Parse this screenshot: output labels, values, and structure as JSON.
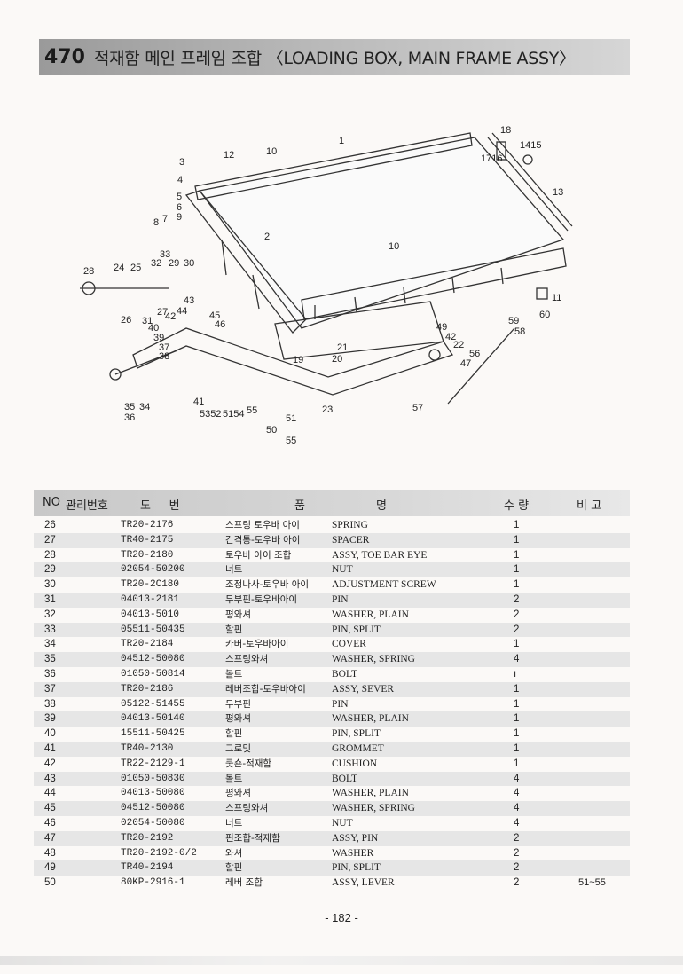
{
  "header": {
    "number": "470",
    "title": "적재함 메인 프레임 조합 〈LOADING BOX, MAIN FRAME ASSY〉"
  },
  "diagram": {
    "callouts": [
      "1",
      "2",
      "3",
      "4",
      "5",
      "6",
      "7",
      "8",
      "9",
      "10",
      "10",
      "11",
      "12",
      "13",
      "1415",
      "1716",
      "18",
      "19",
      "20",
      "21",
      "22",
      "23",
      "24",
      "25",
      "26",
      "27",
      "28",
      "29",
      "30",
      "31",
      "32",
      "33",
      "35",
      "34",
      "36",
      "37",
      "38",
      "39",
      "40",
      "41",
      "42",
      "42",
      "43",
      "44",
      "45",
      "46",
      "47",
      "49",
      "51",
      "50",
      "55",
      "5352",
      "5154",
      "55",
      "56",
      "57",
      "58",
      "59",
      "60"
    ]
  },
  "table": {
    "headers": {
      "no": "NO",
      "mgmt": "관리번호",
      "drawing": "도     번",
      "name_a": "품",
      "name_b": "명",
      "qty": "수 량",
      "note": "비 고"
    },
    "rows": [
      {
        "no": "26",
        "part": "TR20-2176",
        "kr": "스프링 토우바 아이",
        "en": "SPRING",
        "qty": "1",
        "note": ""
      },
      {
        "no": "27",
        "part": "TR40-2175",
        "kr": "간격통-토우바 아이",
        "en": "SPACER",
        "qty": "1",
        "note": ""
      },
      {
        "no": "28",
        "part": "TR20-2180",
        "kr": "토우바 아이 조합",
        "en": "ASSY, TOE BAR EYE",
        "qty": "1",
        "note": ""
      },
      {
        "no": "29",
        "part": "02054-50200",
        "kr": "너트",
        "en": "NUT",
        "qty": "1",
        "note": ""
      },
      {
        "no": "30",
        "part": "TR20-2C180",
        "kr": "조정나사-토우바 아이",
        "en": "ADJUSTMENT SCREW",
        "qty": "1",
        "note": ""
      },
      {
        "no": "31",
        "part": "04013-2181",
        "kr": "두부핀-토우바아이",
        "en": "PIN",
        "qty": "2",
        "note": ""
      },
      {
        "no": "32",
        "part": "04013-5010",
        "kr": "평와셔",
        "en": "WASHER, PLAIN",
        "qty": "2",
        "note": ""
      },
      {
        "no": "33",
        "part": "05511-50435",
        "kr": "할핀",
        "en": "PIN, SPLIT",
        "qty": "2",
        "note": ""
      },
      {
        "no": "34",
        "part": "TR20-2184",
        "kr": "카버-토우바아이",
        "en": "COVER",
        "qty": "1",
        "note": ""
      },
      {
        "no": "35",
        "part": "04512-50080",
        "kr": "스프링와셔",
        "en": "WASHER, SPRING",
        "qty": "4",
        "note": ""
      },
      {
        "no": "36",
        "part": "01050-50814",
        "kr": "볼트",
        "en": "BOLT",
        "qty": "ı",
        "note": ""
      },
      {
        "no": "37",
        "part": "TR20-2186",
        "kr": "레버조합-토우바아이",
        "en": "ASSY, SEVER",
        "qty": "1",
        "note": ""
      },
      {
        "no": "38",
        "part": "05122-51455",
        "kr": "두부핀",
        "en": "PIN",
        "qty": "1",
        "note": ""
      },
      {
        "no": "39",
        "part": "04013-50140",
        "kr": "평와셔",
        "en": "WASHER, PLAIN",
        "qty": "1",
        "note": ""
      },
      {
        "no": "40",
        "part": "15511-50425",
        "kr": "할핀",
        "en": "PIN, SPLIT",
        "qty": "1",
        "note": ""
      },
      {
        "no": "41",
        "part": "TR40-2130",
        "kr": "그로밋",
        "en": "GROMMET",
        "qty": "1",
        "note": ""
      },
      {
        "no": "42",
        "part": "TR22-2129-1",
        "kr": "쿳숀-적재함",
        "en": "CUSHION",
        "qty": "1",
        "note": ""
      },
      {
        "no": "43",
        "part": "01050-50830",
        "kr": "볼트",
        "en": "BOLT",
        "qty": "4",
        "note": ""
      },
      {
        "no": "44",
        "part": "04013-50080",
        "kr": "평와셔",
        "en": "WASHER, PLAIN",
        "qty": "4",
        "note": ""
      },
      {
        "no": "45",
        "part": "04512-50080",
        "kr": "스프링와셔",
        "en": "WASHER, SPRING",
        "qty": "4",
        "note": ""
      },
      {
        "no": "46",
        "part": "02054-50080",
        "kr": "너트",
        "en": "NUT",
        "qty": "4",
        "note": ""
      },
      {
        "no": "47",
        "part": "TR20-2192",
        "kr": "핀조합-적재함",
        "en": "ASSY, PIN",
        "qty": "2",
        "note": ""
      },
      {
        "no": "48",
        "part": "TR20-2192-0/2",
        "kr": "와셔",
        "en": "WASHER",
        "qty": "2",
        "note": ""
      },
      {
        "no": "49",
        "part": "TR40-2194",
        "kr": "할핀",
        "en": "PIN, SPLIT",
        "qty": "2",
        "note": ""
      },
      {
        "no": "50",
        "part": "80KP-2916-1",
        "kr": "레버 조합",
        "en": "ASSY, LEVER",
        "qty": "2",
        "note": "51~55"
      }
    ]
  },
  "footer": {
    "page": "- 182 -"
  }
}
